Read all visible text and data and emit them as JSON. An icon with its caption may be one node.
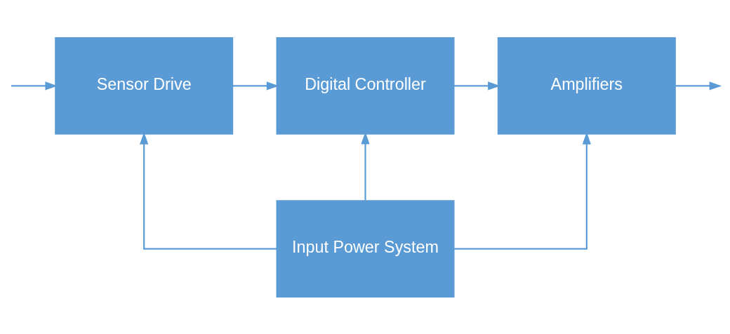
{
  "diagram": {
    "nodes": [
      {
        "text": [
          "Sensor Drive"
        ]
      },
      {
        "text": [
          "Digital Controller"
        ]
      },
      {
        "text": [
          "Amplifiers"
        ]
      },
      {
        "text": [
          "Input Power System"
        ]
      }
    ],
    "edges": [
      {
        "from": null,
        "to": 0,
        "arrow": "to"
      },
      {
        "from": 0,
        "to": 1,
        "arrow": "to"
      },
      {
        "from": 1,
        "to": 2,
        "arrow": "to"
      },
      {
        "from": 2,
        "to": null,
        "arrow": "to"
      },
      {
        "from": 3,
        "to": 0,
        "arrow": "to"
      },
      {
        "from": 3,
        "to": 1,
        "arrow": "to"
      },
      {
        "from": 3,
        "to": 2,
        "arrow": "to"
      }
    ]
  }
}
